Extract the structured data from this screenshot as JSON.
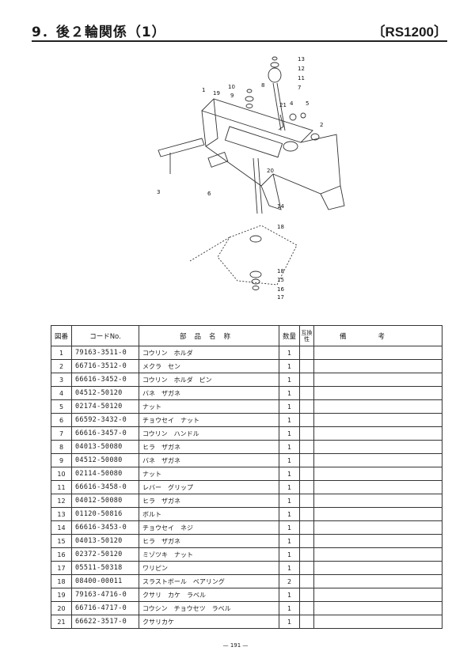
{
  "header": {
    "title": "9．後２輪関係（1）",
    "model": "〔RS1200〕"
  },
  "diagram": {
    "callouts": [
      "1",
      "2",
      "3",
      "4",
      "5",
      "6",
      "7",
      "8",
      "9",
      "10",
      "11",
      "12",
      "13",
      "14",
      "15",
      "16",
      "17",
      "18",
      "18",
      "19",
      "20",
      "21"
    ]
  },
  "table": {
    "headers": {
      "no": "図番",
      "code": "コードNo.",
      "name": "部品名称",
      "qty": "数量",
      "interchange": "互換性",
      "remarks": "備考"
    },
    "rows": [
      {
        "no": "1",
        "code": "79163-3511-0",
        "name": "コウリン　ホルダ",
        "qty": "1"
      },
      {
        "no": "2",
        "code": "66716-3512-0",
        "name": "メクラ　セン",
        "qty": "1"
      },
      {
        "no": "3",
        "code": "66616-3452-0",
        "name": "コウリン　ホルダ　ピン",
        "qty": "1"
      },
      {
        "no": "4",
        "code": "04512-50120",
        "name": "バネ　ザガネ",
        "qty": "1"
      },
      {
        "no": "5",
        "code": "02174-50120",
        "name": "ナット",
        "qty": "1"
      },
      {
        "no": "6",
        "code": "66592-3432-0",
        "name": "チョウセイ　ナット",
        "qty": "1"
      },
      {
        "no": "7",
        "code": "66616-3457-0",
        "name": "コウリン　ハンドル",
        "qty": "1"
      },
      {
        "no": "8",
        "code": "04013-50080",
        "name": "ヒラ　ザガネ",
        "qty": "1"
      },
      {
        "no": "9",
        "code": "04512-50080",
        "name": "バネ　ザガネ",
        "qty": "1"
      },
      {
        "no": "10",
        "code": "02114-50080",
        "name": "ナット",
        "qty": "1"
      },
      {
        "no": "11",
        "code": "66616-3458-0",
        "name": "レバー　グリップ",
        "qty": "1"
      },
      {
        "no": "12",
        "code": "04012-50080",
        "name": "ヒラ　ザガネ",
        "qty": "1"
      },
      {
        "no": "13",
        "code": "01120-50816",
        "name": "ボルト",
        "qty": "1"
      },
      {
        "no": "14",
        "code": "66616-3453-0",
        "name": "チョウセイ　ネジ",
        "qty": "1"
      },
      {
        "no": "15",
        "code": "04013-50120",
        "name": "ヒラ　ザガネ",
        "qty": "1"
      },
      {
        "no": "16",
        "code": "02372-50120",
        "name": "ミゾツキ　ナット",
        "qty": "1"
      },
      {
        "no": "17",
        "code": "05511-50318",
        "name": "ワリピン",
        "qty": "1"
      },
      {
        "no": "18",
        "code": "08400-00011",
        "name": "スラストボール　ベアリング",
        "qty": "2"
      },
      {
        "no": "19",
        "code": "79163-4716-0",
        "name": "クサリ　カケ　ラベル",
        "qty": "1"
      },
      {
        "no": "20",
        "code": "66716-4717-0",
        "name": "コウシン　チョウセツ　ラベル",
        "qty": "1"
      },
      {
        "no": "21",
        "code": "66622-3517-0",
        "name": "クサリカケ",
        "qty": "1"
      }
    ]
  },
  "footer": {
    "page": "— 191 —"
  }
}
